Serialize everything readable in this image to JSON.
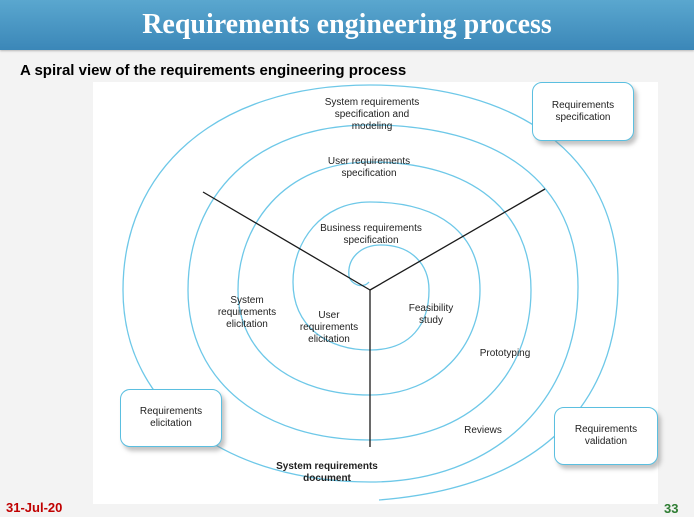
{
  "title": "Requirements engineering process",
  "subtitle": "A spiral view of the requirements engineering process",
  "diagram": {
    "labels": {
      "system_spec": "System requirements\nspecification and\nmodeling",
      "user_spec": "User requirements\nspecification",
      "business_spec": "Business requirements\nspecification",
      "system_elicit": "System\nrequirements\nelicitation",
      "user_elicit": "User\nrequirements\nelicitation",
      "feasibility": "Feasibility\nstudy",
      "prototyping": "Prototyping",
      "reviews": "Reviews",
      "document": "System requirements\ndocument"
    },
    "boxes": {
      "specification": "Requirements\nspecification",
      "elicitation": "Requirements\nelicitation",
      "validation": "Requirements\nvalidation"
    },
    "colors": {
      "spiral": "#6ec8e8",
      "spokes": "#1a1a1a",
      "box_border": "#5bbfe0"
    }
  },
  "footer": {
    "date": "31-Jul-20",
    "page": "33"
  }
}
